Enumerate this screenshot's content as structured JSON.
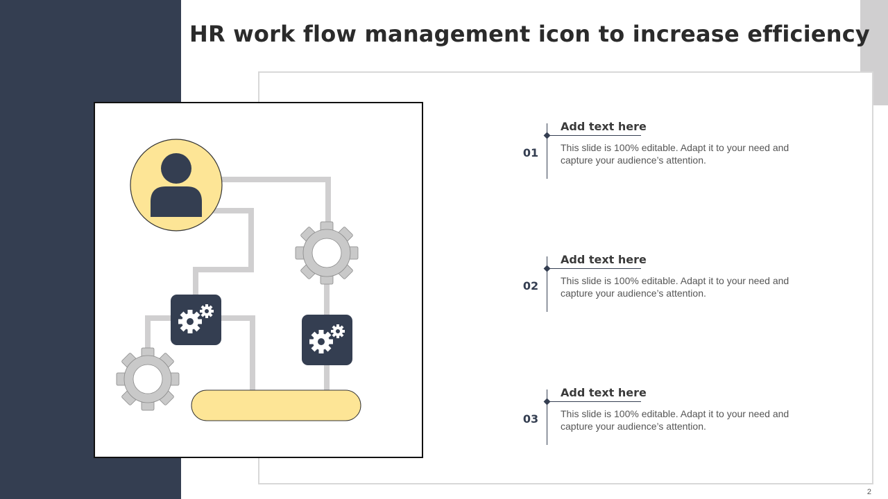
{
  "slide": {
    "title": "HR work flow management icon to increase efficiency",
    "page_number": "2"
  },
  "items": [
    {
      "number": "01",
      "heading": "Add text here",
      "body": "This slide is 100% editable. Adapt it to your need and capture your audience’s attention."
    },
    {
      "number": "02",
      "heading": "Add text here",
      "body": "This slide is 100% editable. Adapt it to your need and capture your audience’s attention."
    },
    {
      "number": "03",
      "heading": "Add text here",
      "body": "This slide is 100% editable. Adapt it to your need and capture your audience’s attention."
    }
  ],
  "icons": [
    "user-icon",
    "gear-icon",
    "gears-icon",
    "bar-shape"
  ],
  "colors": {
    "navy": "#343e51",
    "yellow": "#fde596",
    "gray": "#d0cfd0",
    "gear_gray": "#c9c9c9"
  }
}
